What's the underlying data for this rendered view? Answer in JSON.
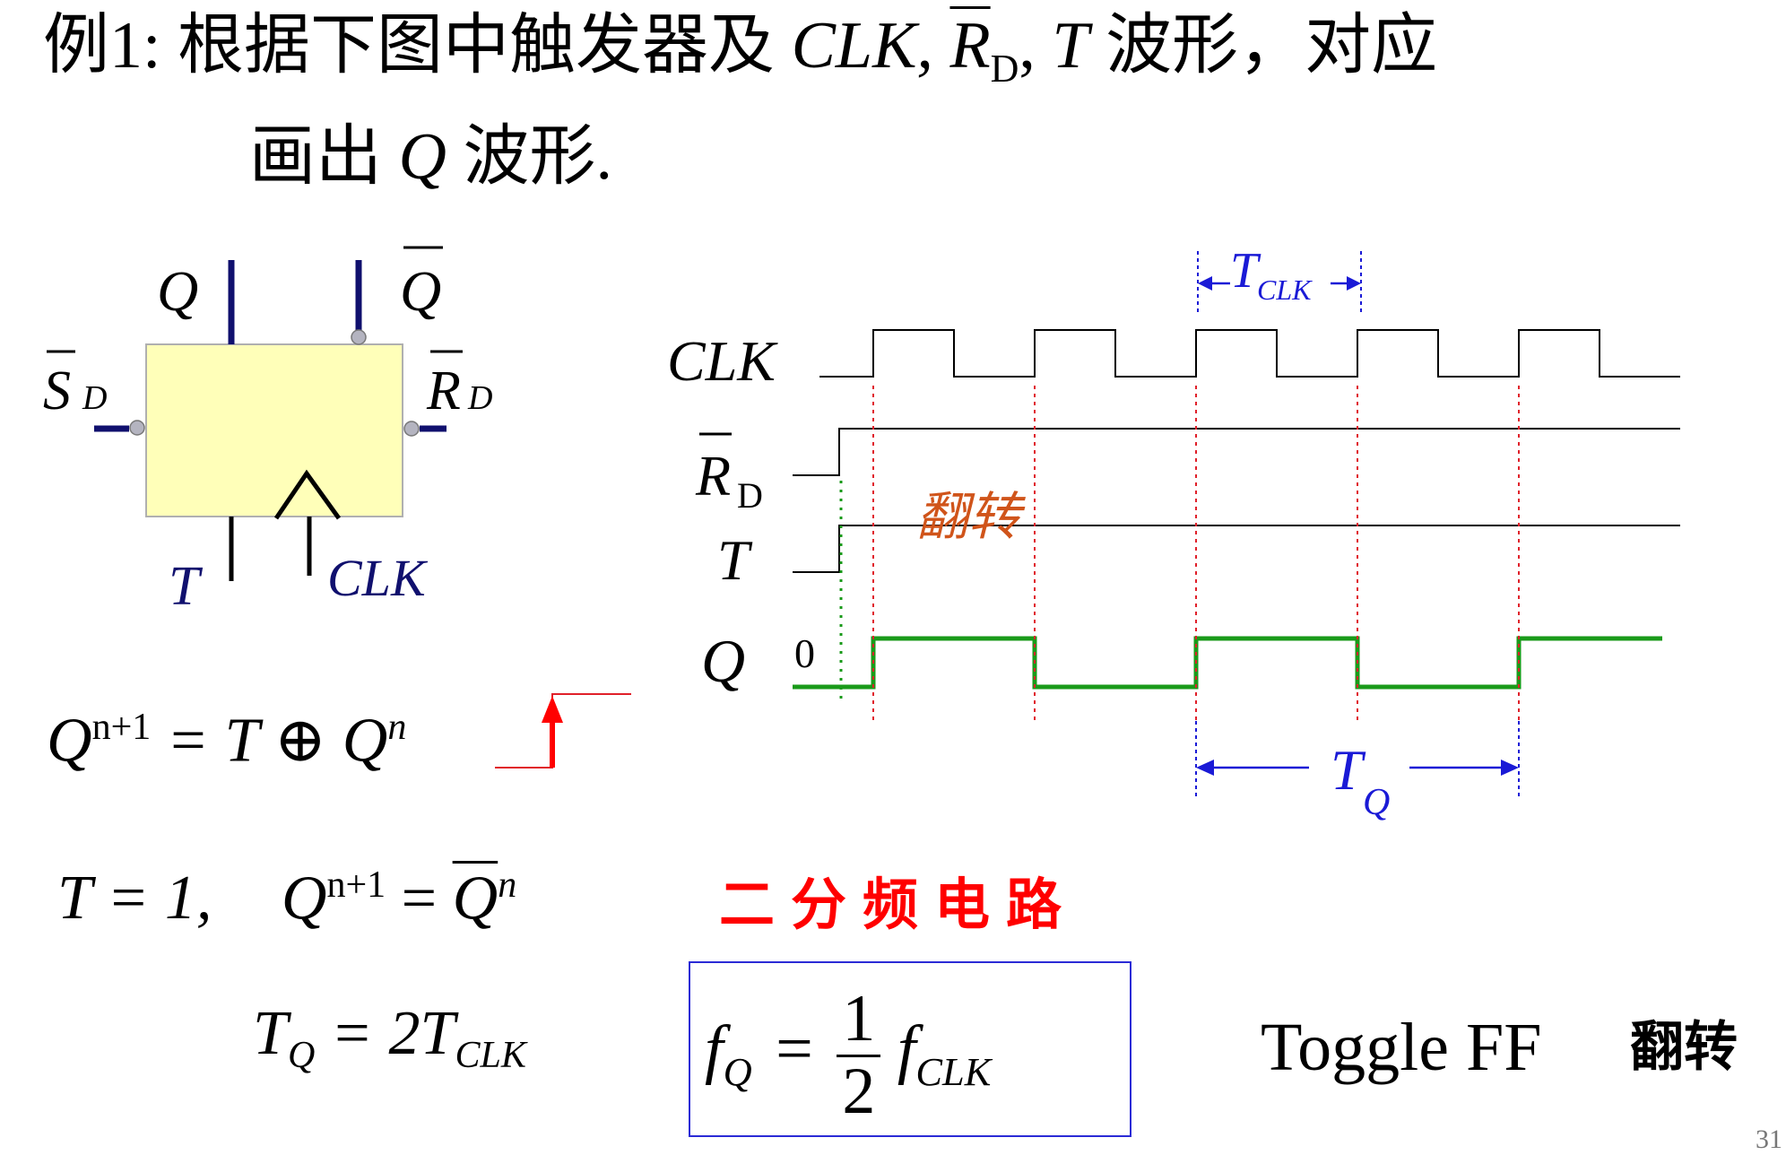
{
  "title": {
    "line1_prefix": "例1:  根据下图中触发器及",
    "clk": "CLK,",
    "rd_r": "R",
    "rd_sub": "D",
    "comma": ",",
    "t": "T",
    "line1_suffix": "波形，对应",
    "line2_prefix": "画出",
    "q": "Q",
    "line2_suffix": "波形."
  },
  "ff_block": {
    "q_label": "Q",
    "qbar_label": "Q",
    "sd_label": "S",
    "sd_sub": "D",
    "rd_label": "R",
    "rd_sub": "D",
    "t_label": "T",
    "clk_label": "CLK",
    "box_fill": "#ffffb9",
    "pin_color": "#10106e"
  },
  "timing": {
    "tclk_label": "T",
    "tclk_sub": "CLK",
    "clk_label": "CLK",
    "rd_label": "R",
    "rd_sub": "D",
    "t_label": "T",
    "q_label": "Q",
    "q_initial": "0",
    "handwritten_note": "翻转",
    "tq_label": "T",
    "tq_sub": "Q",
    "q_wave_color": "#1a9a1a",
    "marker_color": "#e0202a",
    "dimension_color": "#1a1ad6"
  },
  "equations": {
    "char_eq": {
      "lhs": "Q",
      "lhs_sup": "n+1",
      "rhs": "= T ⊕ Q",
      "rhs_sup": "n"
    },
    "t1_eq": {
      "cond": "T = 1,",
      "lhs": "Q",
      "lhs_sup": "n+1",
      "eq": "=",
      "rhs": "Q",
      "rhs_sup": "n"
    },
    "tq_eq": {
      "lhs": "T",
      "lhs_sub": "Q",
      "rhs": "= 2T",
      "rhs_sub": "CLK"
    },
    "fq_eq": {
      "lhs": "f",
      "lhs_sub": "Q",
      "eq": "=",
      "num": "1",
      "den": "2",
      "rhs": "f",
      "rhs_sub": "CLK"
    }
  },
  "divider_label": "二分频电路",
  "toggle_label": "Toggle FF",
  "toggle_cn": "翻转",
  "page_number": "31"
}
